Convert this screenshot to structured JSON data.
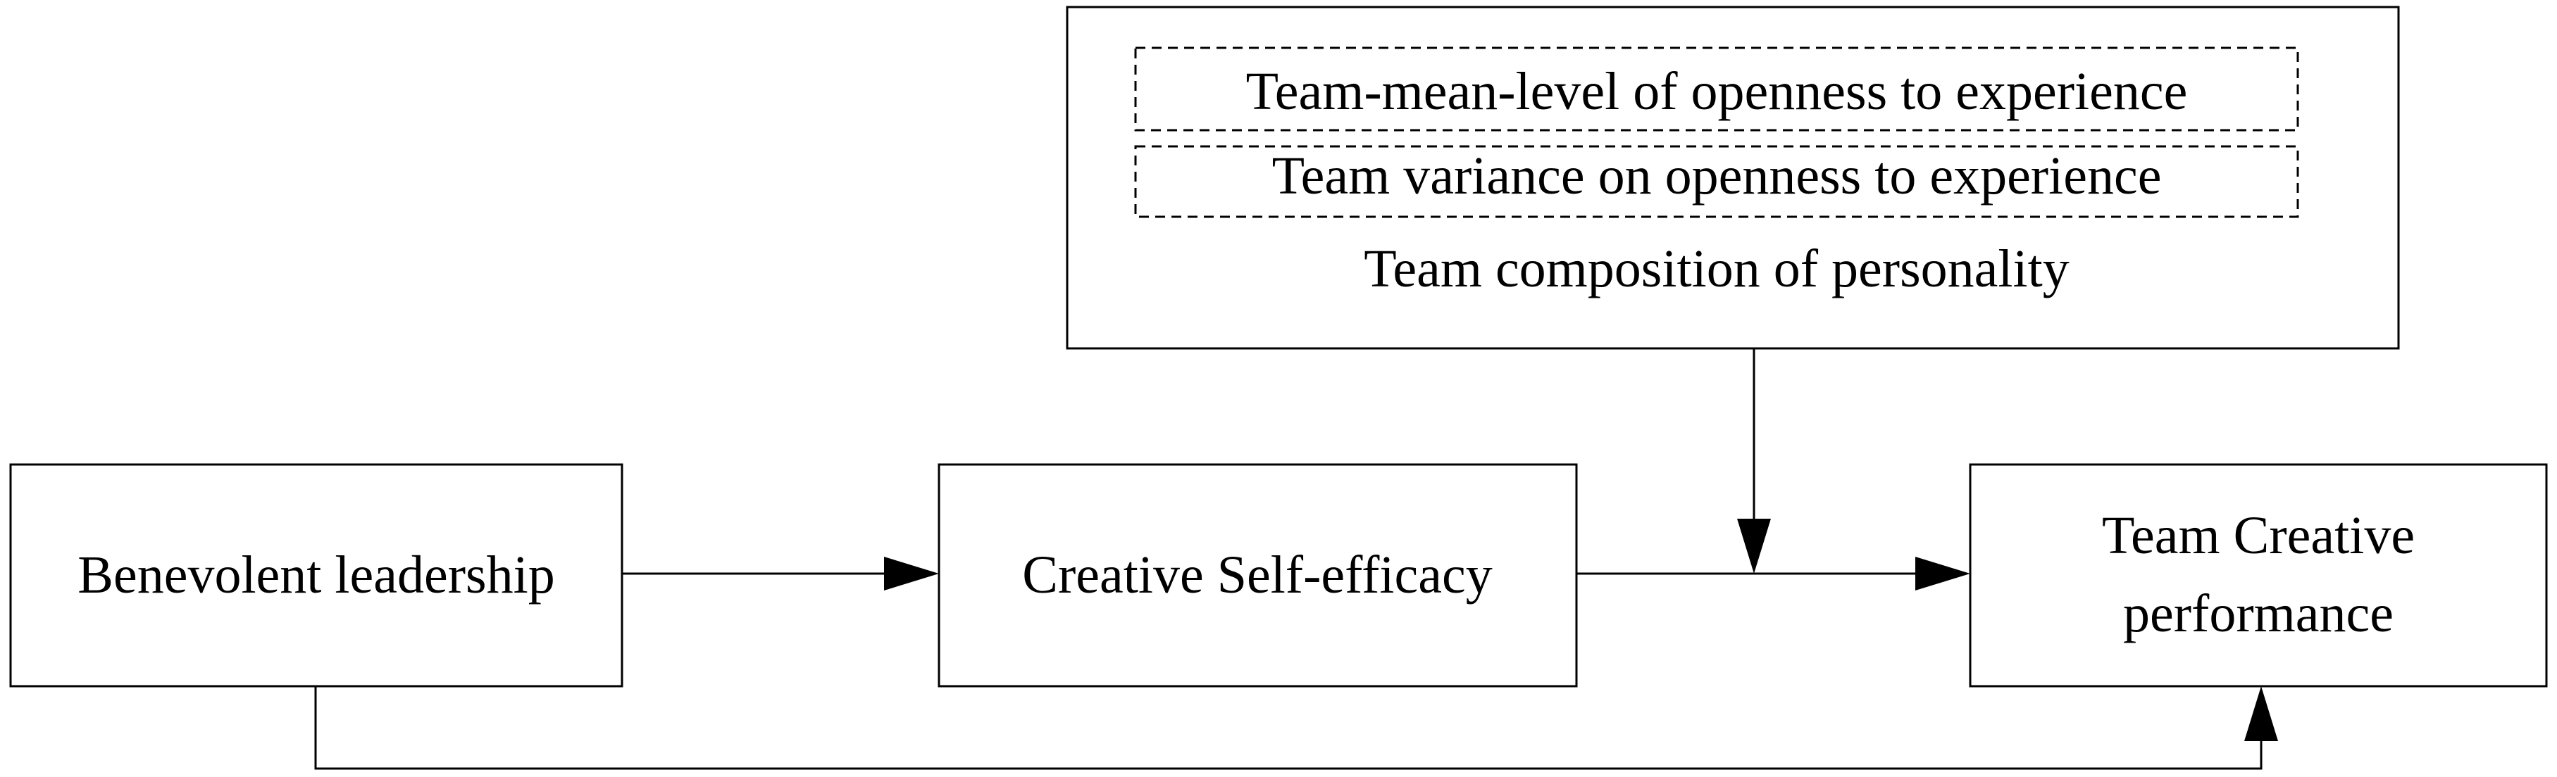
{
  "diagram": {
    "moderator": {
      "label": "Team composition of personality",
      "items": [
        "Team-mean-level of openness to experience",
        "Team variance on  openness to experience"
      ]
    },
    "nodes": {
      "benevolent": "Benevolent leadership",
      "efficacy": "Creative Self-efficacy",
      "performance_line1": "Team Creative",
      "performance_line2": "performance"
    }
  }
}
